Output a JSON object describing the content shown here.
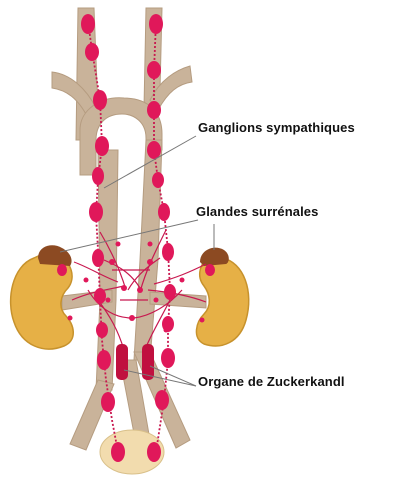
{
  "labels": {
    "sympathetic_ganglia": "Ganglions sympathiques",
    "adrenal_glands": "Glandes surrénales",
    "zuckerkandl_organ": "Organe de Zuckerkandl"
  },
  "colors": {
    "vessel": "#c9b39a",
    "vessel_edge": "#b59c80",
    "kidney": "#e6b046",
    "kidney_edge": "#c7922c",
    "adrenal": "#8c4a22",
    "ganglion": "#e0185a",
    "nerve": "#c8184f",
    "bladder": "#f2dcae",
    "leader_line": "#777777",
    "label_text": "#111111"
  }
}
